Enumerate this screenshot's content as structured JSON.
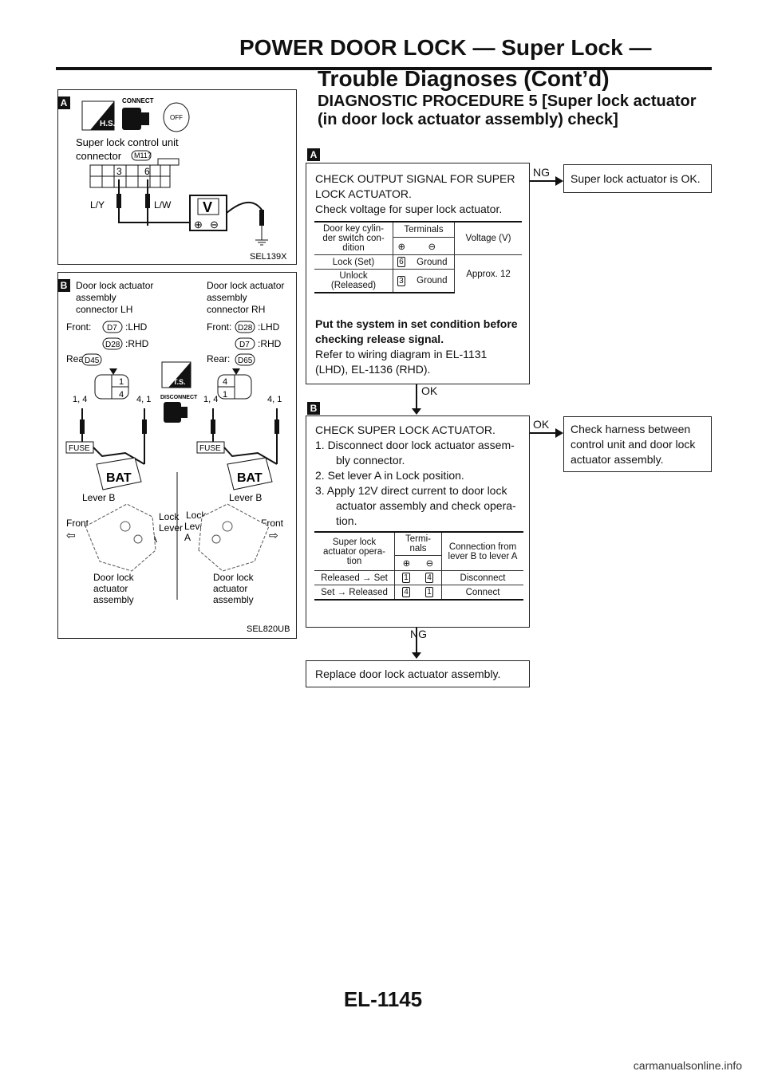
{
  "header": {
    "title": "POWER DOOR LOCK — Super Lock —",
    "subtitle": "Trouble Diagnoses (Cont’d)"
  },
  "procedure": {
    "title": "DIAGNOSTIC PROCEDURE 5 [Super lock actuator (in door lock actuator assembly) check]"
  },
  "figure_a": {
    "step": "A",
    "hs_label": "H.S.",
    "connect_label": "CONNECT",
    "off_label": "OFF",
    "caption_line1": "Super lock control unit",
    "caption_line2": "connector",
    "connector": "M117",
    "pin_3": "3",
    "pin_6": "6",
    "wire_left": "L/Y",
    "wire_right": "L/W",
    "meter": "V",
    "code": "SEL139X"
  },
  "figure_b": {
    "step": "B",
    "lh_title": [
      "Door lock actuator",
      "assembly",
      "connector LH"
    ],
    "rh_title": [
      "Door lock actuator",
      "assembly",
      "connector RH"
    ],
    "front_label": "Front:",
    "rear_label": "Rear:",
    "lh_front_1": "D7",
    "lh_front_1_region": ":LHD",
    "lh_front_2": "D28",
    "lh_front_2_region": ":RHD",
    "lh_rear": "D45",
    "rh_front_1": "D28",
    "rh_front_1_region": ":LHD",
    "rh_front_2": "D7",
    "rh_front_2_region": ":RHD",
    "rh_rear": "D65",
    "ts_label": "T.S.",
    "disconnect_label": "DISCONNECT",
    "lh_pins_left": "1, 4",
    "lh_pins_right": "4, 1",
    "rh_pins_left": "1, 4",
    "rh_pins_right": "4, 1",
    "lh_pin_top": "1",
    "lh_pin_bottom": "4",
    "rh_pin_top": "4",
    "rh_pin_bottom": "1",
    "fuse": "FUSE",
    "bat": "BAT",
    "lever_b": "Lever B",
    "lock": "Lock",
    "lever_a": [
      "Lever",
      "A"
    ],
    "front": "Front",
    "assembly": [
      "Door lock",
      "actuator",
      "assembly"
    ],
    "code": "SEL820UB"
  },
  "step_a": {
    "mark": "A",
    "lines": [
      "CHECK OUTPUT SIGNAL FOR SUPER",
      "LOCK ACTUATOR.",
      "Check voltage for super lock actuator."
    ],
    "table": {
      "h_condition": "Door key cylin- der switch con- dition",
      "h_terminals": "Terminals",
      "h_voltage": "Voltage (V)",
      "h_plus": "⊕",
      "h_minus": "⊖",
      "rows": [
        {
          "cond": "Lock (Set)",
          "pin": "6",
          "gnd": "Ground"
        },
        {
          "cond": "Unlock (Released)",
          "pin": "3",
          "gnd": "Ground"
        }
      ],
      "voltage": "Approx. 12"
    },
    "note_bold": [
      "Put the system in set condition before",
      "checking release signal."
    ],
    "note": [
      "Refer to wiring diagram in EL-1131",
      "(LHD), EL-1136 (RHD)."
    ],
    "ng_label": "NG",
    "ok_label": "OK",
    "ng_result": "Super lock actuator is OK."
  },
  "step_b": {
    "mark": "B",
    "lines": [
      "CHECK SUPER LOCK ACTUATOR.",
      "1. Disconnect door lock actuator assem-",
      "bly connector.",
      "2. Set lever A in Lock position.",
      "3. Apply 12V direct current to door lock",
      "actuator assembly and check opera-",
      "tion."
    ],
    "table": {
      "h_operation": "Super lock actuator opera- tion",
      "h_terminals": "Termi- nals",
      "h_connection": "Connection from lever B to lever A",
      "h_plus": "⊕",
      "h_minus": "⊖",
      "rows": [
        {
          "op": "Released → Set",
          "plus": "1",
          "minus": "4",
          "conn": "Disconnect"
        },
        {
          "op": "Set → Released",
          "plus": "4",
          "minus": "1",
          "conn": "Connect"
        }
      ]
    },
    "ok_label": "OK",
    "ng_label": "NG",
    "ok_result": [
      "Check harness between",
      "control unit and door lock",
      "actuator assembly."
    ]
  },
  "final": {
    "text": "Replace door lock actuator assembly."
  },
  "footer": {
    "page": "EL-1145",
    "watermark": "carmanualsonline.info"
  }
}
